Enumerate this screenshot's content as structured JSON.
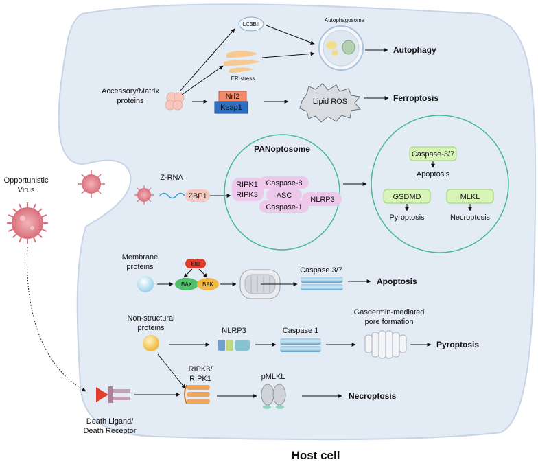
{
  "title": "Host cell",
  "virus": {
    "label_line1": "Opportunistic",
    "label_line2": "Virus"
  },
  "death_ligand": {
    "line1": "Death Ligand/",
    "line2": "Death Receptor"
  },
  "accessory": {
    "line1": "Accessory/Matrix",
    "line2": "proteins"
  },
  "lc3": "LC3BII",
  "autophagosome": "Autophagosome",
  "er_stress": "ER stress",
  "nrf2": "Nrf2",
  "keap1": "Keap1",
  "lipid_ros": "Lipid ROS",
  "autophagy": "Autophagy",
  "ferroptosis": "Ferroptosis",
  "zrna": "Z-RNA",
  "zbp1": "ZBP1",
  "panoptosome": {
    "title": "PANoptosome",
    "ripk1": "RIPK1",
    "ripk3": "RIPK3",
    "casp8": "Caspase-8",
    "asc": "ASC",
    "casp1": "Caspase-1",
    "nlrp3": "NLRP3"
  },
  "outcomes": {
    "casp37": "Caspase-3/7",
    "apoptosis": "Apoptosis",
    "gsdmd": "GSDMD",
    "pyroptosis": "Pyroptosis",
    "mlkl": "MLKL",
    "necroptosis": "Necroptosis"
  },
  "membrane": {
    "line1": "Membrane",
    "line2": "proteins"
  },
  "bid": "BID",
  "bax": "BAX",
  "bak": "BAK",
  "casp37_row": "Caspase 3/7",
  "apoptosis_bold": "Apoptosis",
  "nonstructural": {
    "line1": "Non-structural",
    "line2": "proteins"
  },
  "nlrp3_row": "NLRP3",
  "casp1_row": "Caspase 1",
  "gasdermin": {
    "line1": "Gasdermin-mediated",
    "line2": "pore formation"
  },
  "pyroptosis_bold": "Pyroptosis",
  "ripk_row": {
    "line1": "RIPK3/",
    "line2": "RIPK1"
  },
  "pmlkl": "pMLKL",
  "necroptosis_bold": "Necroptosis",
  "colors": {
    "cell_fill": "#e3ebf5",
    "pink_protein": "#eec8ea",
    "green_box": "#d7f3b8",
    "teal_circle": "#47b79a",
    "nrf2": "#f08a6a",
    "keap1": "#2d6fc0"
  }
}
